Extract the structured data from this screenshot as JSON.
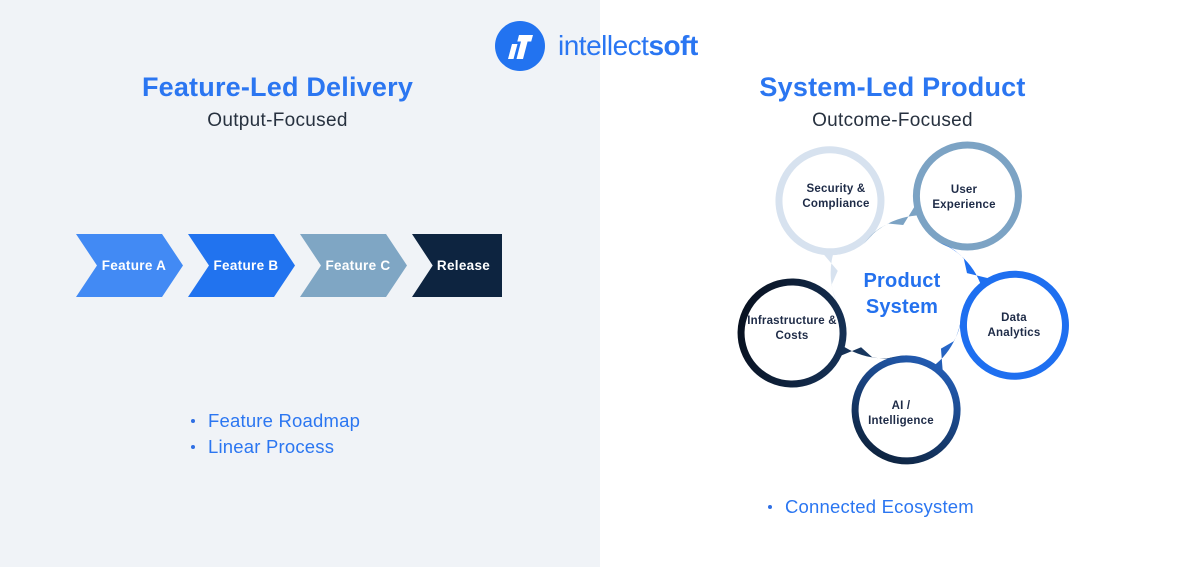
{
  "brand": {
    "logo_text_regular": "intellect",
    "logo_text_bold": "soft",
    "logo_color": "#2273f0",
    "logo_text_color": "#2a76f2",
    "monogram": "intellectsoft-monogram-icon"
  },
  "colors": {
    "accent_blue": "#2b76f1",
    "hub_blue": "#2471ee",
    "dark_navy": "#27313f",
    "label_navy": "#1e2b47",
    "left_panel_bg": "#f0f3f7",
    "bullet_dot": "#2f6fe4"
  },
  "left_panel": {
    "title": "Feature-Led Delivery",
    "subtitle": "Output-Focused",
    "stages": [
      {
        "label": "Feature A",
        "color": "#428af4"
      },
      {
        "label": "Feature B",
        "color": "#2173ef"
      },
      {
        "label": "Feature C",
        "color": "#7fa6c4"
      },
      {
        "label": "Release",
        "color": "#0d2440"
      }
    ],
    "bullets": [
      "Feature Roadmap",
      "Linear Process"
    ]
  },
  "right_panel": {
    "title": "System-Led Product",
    "subtitle": "Outcome-Focused",
    "hub_line1": "Product",
    "hub_line2": "System",
    "petals": [
      {
        "label": "Security & Compliance",
        "color": "#d7e2ef"
      },
      {
        "label": "User Experience",
        "color": "#7ca3c4"
      },
      {
        "label": "Data Analytics",
        "color": "#1e6ff0"
      },
      {
        "label": "AI / Intelligence",
        "color_tip": "#2e7bf2",
        "color_main": "#0e2440"
      },
      {
        "label": "Infrastructure & Costs",
        "color_tip": "#1d4373",
        "color_main": "#081120"
      }
    ],
    "bullets": [
      "Connected Ecosystem"
    ]
  }
}
